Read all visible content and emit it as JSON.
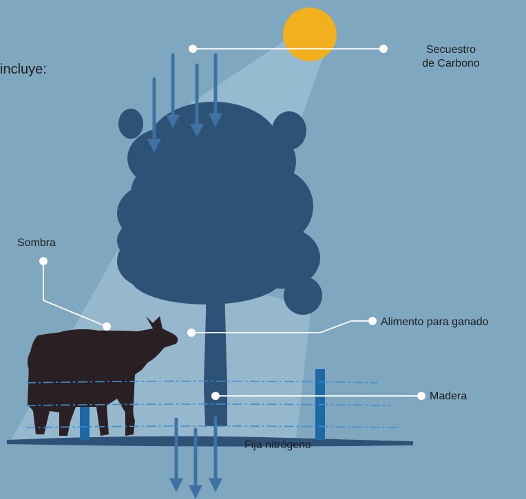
{
  "intro_text": "incluye:",
  "labels": {
    "carbon": [
      "Secuestro",
      "de Carbono"
    ],
    "shade": "Sombra",
    "fodder": "Alimento para ganado",
    "wood": "Madera",
    "nitrogen": "Fija nitrógeno"
  },
  "colors": {
    "background": "#7fa8c0",
    "sun": "#f2b01e",
    "tree": "#2d5276",
    "arrows": "#3e72a3",
    "cow": "#2a1f22",
    "fence_post": "#1c69a6",
    "wire": "#3f8fd0",
    "leader_lines": "#ffffff"
  }
}
